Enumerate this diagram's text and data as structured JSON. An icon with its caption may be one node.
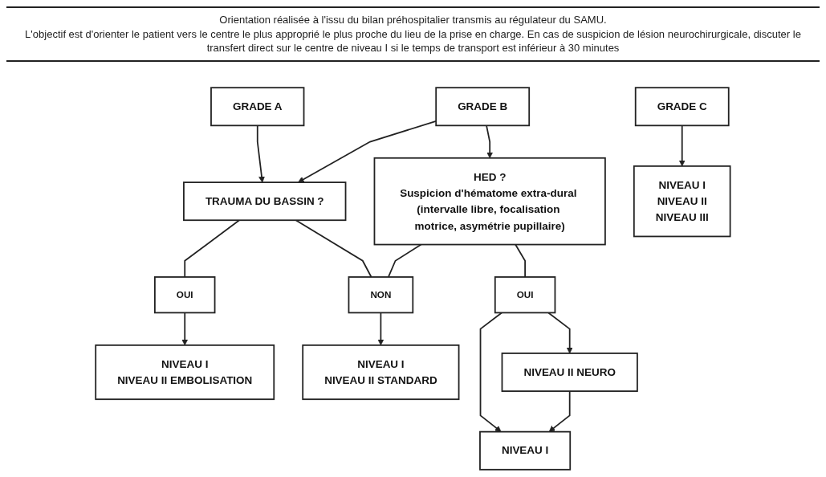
{
  "diagram": {
    "nodes": [
      {
        "text": [
          "GRADE A"
        ]
      },
      {
        "text": [
          "GRADE B"
        ]
      },
      {
        "text": [
          "GRADE C"
        ]
      },
      {
        "text": [
          "TRAUMA DU BASSIN ?"
        ]
      },
      {
        "text": [
          "HED ?",
          "Suspicion d'hématome extra-dural (intervalle libre, focalisation motrice, asymétrie pupillaire)"
        ]
      },
      {
        "text": [
          "OUI"
        ]
      },
      {
        "text": [
          "NON"
        ]
      },
      {
        "text": [
          "OUI"
        ]
      },
      {
        "text": [
          "NIVEAU I",
          "NIVEAU II EMBOLISATION"
        ]
      },
      {
        "text": [
          "NIVEAU I",
          "NIVEAU II STANDARD"
        ]
      },
      {
        "text": [
          "NIVEAU I"
        ]
      },
      {
        "text": [
          "NIVEAU II NEURO"
        ]
      },
      {
        "text": [
          "NIVEAU I",
          "NIVEAU II",
          "NIVEAU III"
        ]
      }
    ],
    "edges": [
      {
        "from": 0,
        "to": 3,
        "arrow": "to"
      },
      {
        "from": 1,
        "to": 3,
        "arrow": "to"
      },
      {
        "from": 1,
        "to": 4,
        "arrow": "to"
      },
      {
        "from": 3,
        "to": 5,
        "arrow": "none"
      },
      {
        "from": 3,
        "to": 6,
        "arrow": "none"
      },
      {
        "from": 4,
        "to": 6,
        "arrow": "none"
      },
      {
        "from": 4,
        "to": 7,
        "arrow": "none"
      },
      {
        "from": 5,
        "to": 8,
        "arrow": "to"
      },
      {
        "from": 6,
        "to": 9,
        "arrow": "to"
      },
      {
        "from": 7,
        "to": 10,
        "arrow": "to"
      },
      {
        "from": 7,
        "to": 11,
        "arrow": "to"
      },
      {
        "from": 11,
        "to": 10,
        "arrow": "to"
      },
      {
        "from": 2,
        "to": 12,
        "arrow": "to"
      }
    ],
    "labels": [
      "Orientation réalisée à l'issu du bilan préhospitalier transmis au régulateur du SAMU.",
      "L'objectif est d'orienter le patient vers le centre le plus approprié le plus proche du lieu de la prise en charge. En cas de suspicion de lésion neurochirurgicale, discuter le transfert direct sur le centre de niveau I si le temps de transport est inférieur à 30 minutes"
    ]
  }
}
